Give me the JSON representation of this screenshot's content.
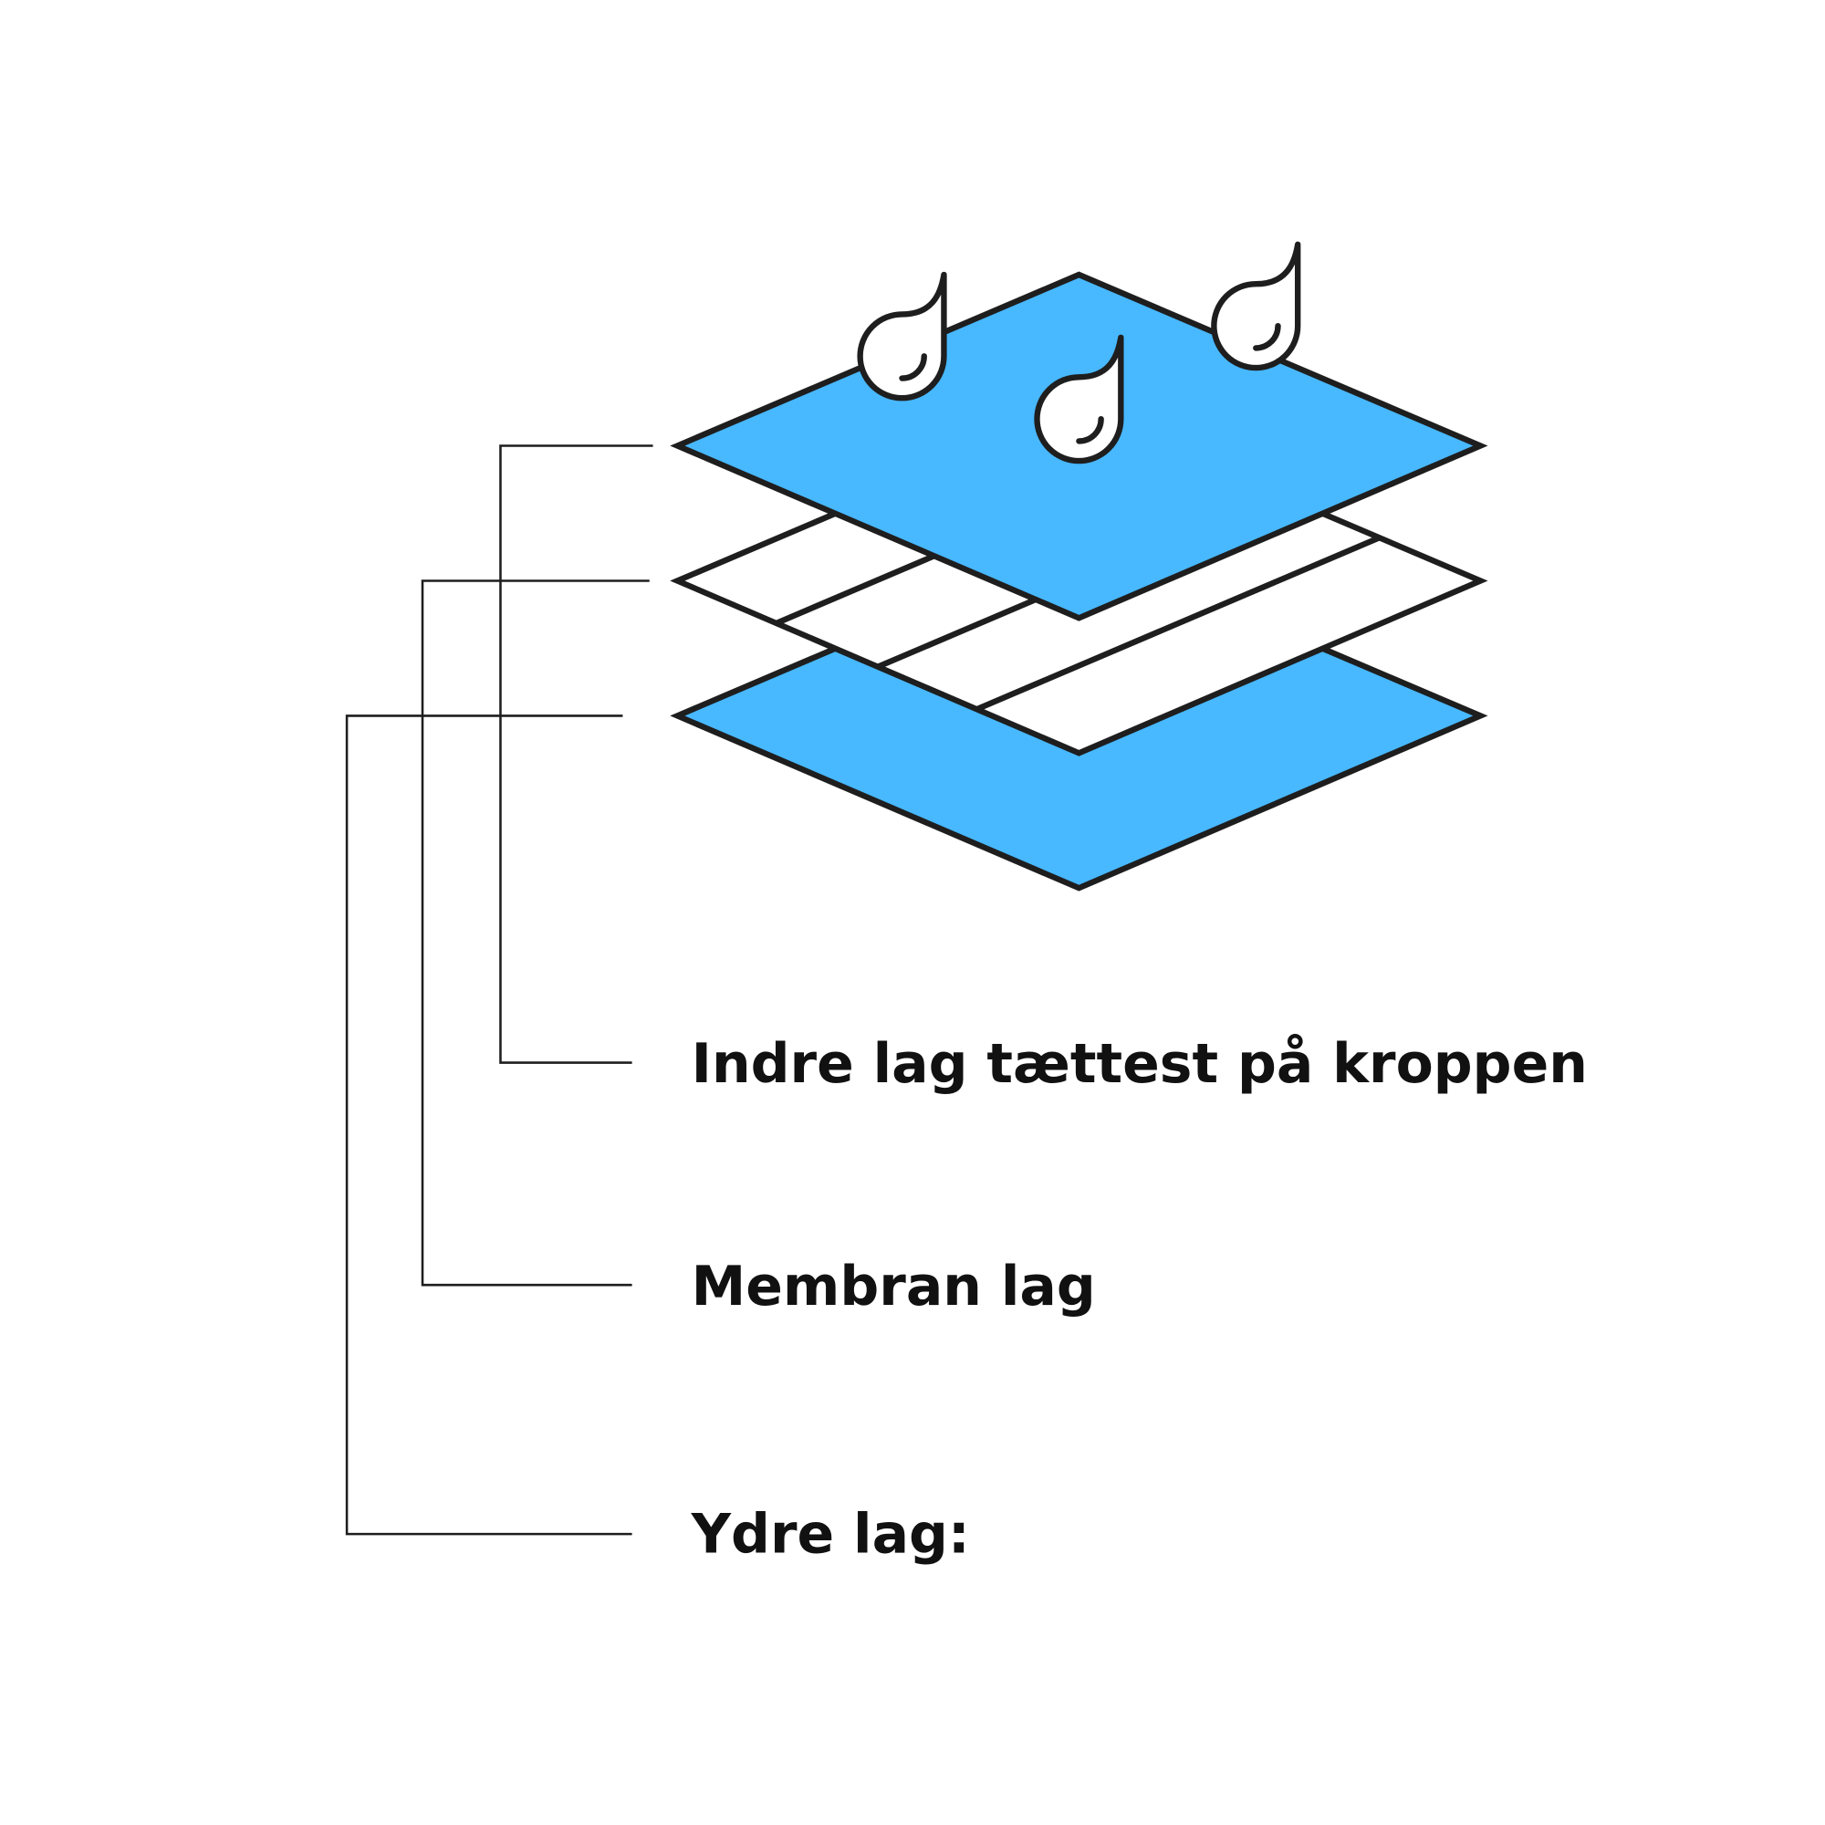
{
  "labels": {
    "inner": "Indre lag tættest på kroppen",
    "membrane": "Membran lag",
    "outer": "Ydre lag:"
  },
  "colors": {
    "layer_blue": "#48B8FF",
    "stroke": "#1E1E1E",
    "text": "#111111"
  },
  "icons": [
    "water-drop-icon",
    "water-drop-icon",
    "water-drop-icon"
  ]
}
